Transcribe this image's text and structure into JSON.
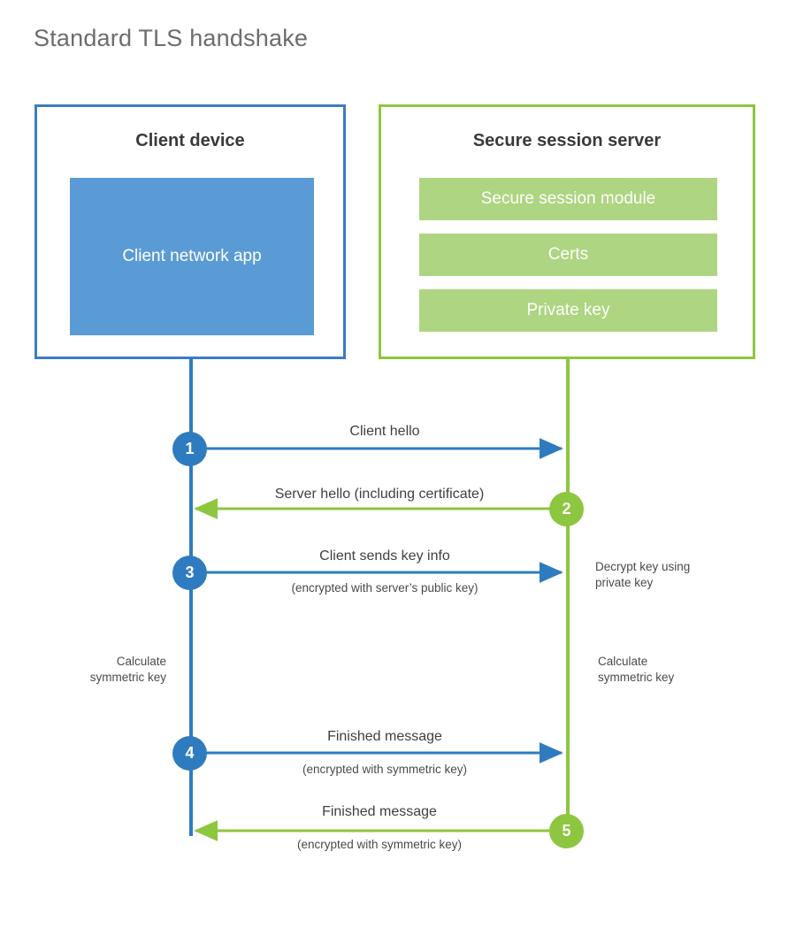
{
  "title": "Standard TLS handshake",
  "colors": {
    "client_border": "#3c7cbf",
    "client_fill": "#5b9bd5",
    "server_border": "#8dc63f",
    "server_fill": "#aed581",
    "client_accent": "#2e7cbf",
    "server_accent": "#8dc63f",
    "title_text": "#6d6d6d"
  },
  "parties": {
    "client": {
      "title": "Client device",
      "app_label": "Client network app"
    },
    "server": {
      "title": "Secure session server",
      "components": [
        {
          "label": "Secure session module"
        },
        {
          "label": "Certs"
        },
        {
          "label": "Private key"
        }
      ]
    }
  },
  "steps": [
    {
      "number": "1",
      "label": "Client hello",
      "sub": "",
      "direction": "client-to-server",
      "color": "blue"
    },
    {
      "number": "2",
      "label": "Server hello (including certificate)",
      "sub": "",
      "direction": "server-to-client",
      "color": "green"
    },
    {
      "number": "3",
      "label": "Client sends key info",
      "sub": "(encrypted with server’s public key)",
      "direction": "client-to-server",
      "color": "blue"
    },
    {
      "number": "4",
      "label": "Finished message",
      "sub": "(encrypted with symmetric key)",
      "direction": "client-to-server",
      "color": "blue"
    },
    {
      "number": "5",
      "label": "Finished message",
      "sub": "(encrypted with symmetric key)",
      "direction": "server-to-client",
      "color": "green"
    }
  ],
  "annotations": {
    "decrypt_key": "Decrypt key using\nprivate key",
    "calculate_symmetric_key_client": "Calculate\nsymmetric key",
    "calculate_symmetric_key_server": "Calculate\nsymmetric key"
  }
}
